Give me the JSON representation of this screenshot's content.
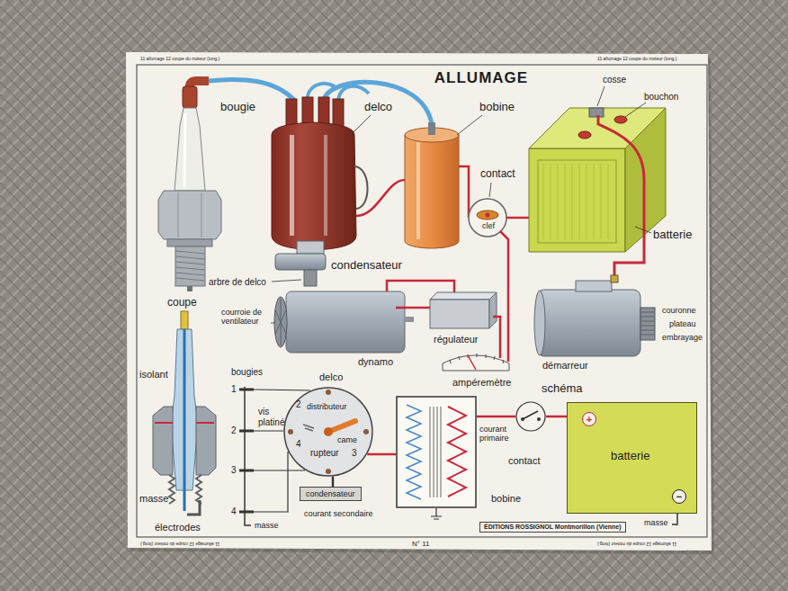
{
  "diagram": {
    "title": "ALLUMAGE",
    "nodes": [
      {
        "text": [
          "delco",
          "2",
          "distributeur",
          "came",
          "4",
          "rupteur",
          "3"
        ]
      },
      {
        "text": [
          "bobine"
        ]
      },
      {
        "text": [
          "contact"
        ]
      },
      {
        "text": [
          "+",
          "batterie",
          "−"
        ]
      },
      {
        "text": [
          "condensateur"
        ]
      },
      {
        "text": [
          "ÉDITIONS ROSSIGNOL Montmorillon (Vienne)"
        ]
      }
    ],
    "edges": [
      {
        "from": 3,
        "to": 2,
        "arrow": "none"
      },
      {
        "from": 2,
        "to": 1,
        "arrow": "none"
      },
      {
        "from": 1,
        "to": 0,
        "arrow": "none"
      },
      {
        "from": 4,
        "to": 0,
        "arrow": "none"
      }
    ],
    "labels": [
      "11 allumage 12 coupe du moteur (long.)",
      "11 allumage 12 coupe du moteur (long.)",
      "11 allumage 12 coupe du moteur (long.)",
      "11 allumage 12 coupe du moteur (long.)",
      "bougie",
      "delco",
      "bobine",
      "cosse",
      "bouchon",
      "contact",
      "clef",
      "batterie",
      "condensateur",
      "arbre de delco",
      "coupe",
      "courroie de ventilateur",
      "régulateur",
      "couronne",
      "plateau",
      "embrayage",
      "dynamo",
      "démarreur",
      "ampéremètre",
      "schéma",
      "isolant",
      "bougies",
      "1",
      "2",
      "3",
      "4",
      "vis platinées",
      "courant secondaire",
      "masse",
      "courant primaire",
      "masse",
      "masse",
      "électrodes",
      "N° 11"
    ]
  }
}
